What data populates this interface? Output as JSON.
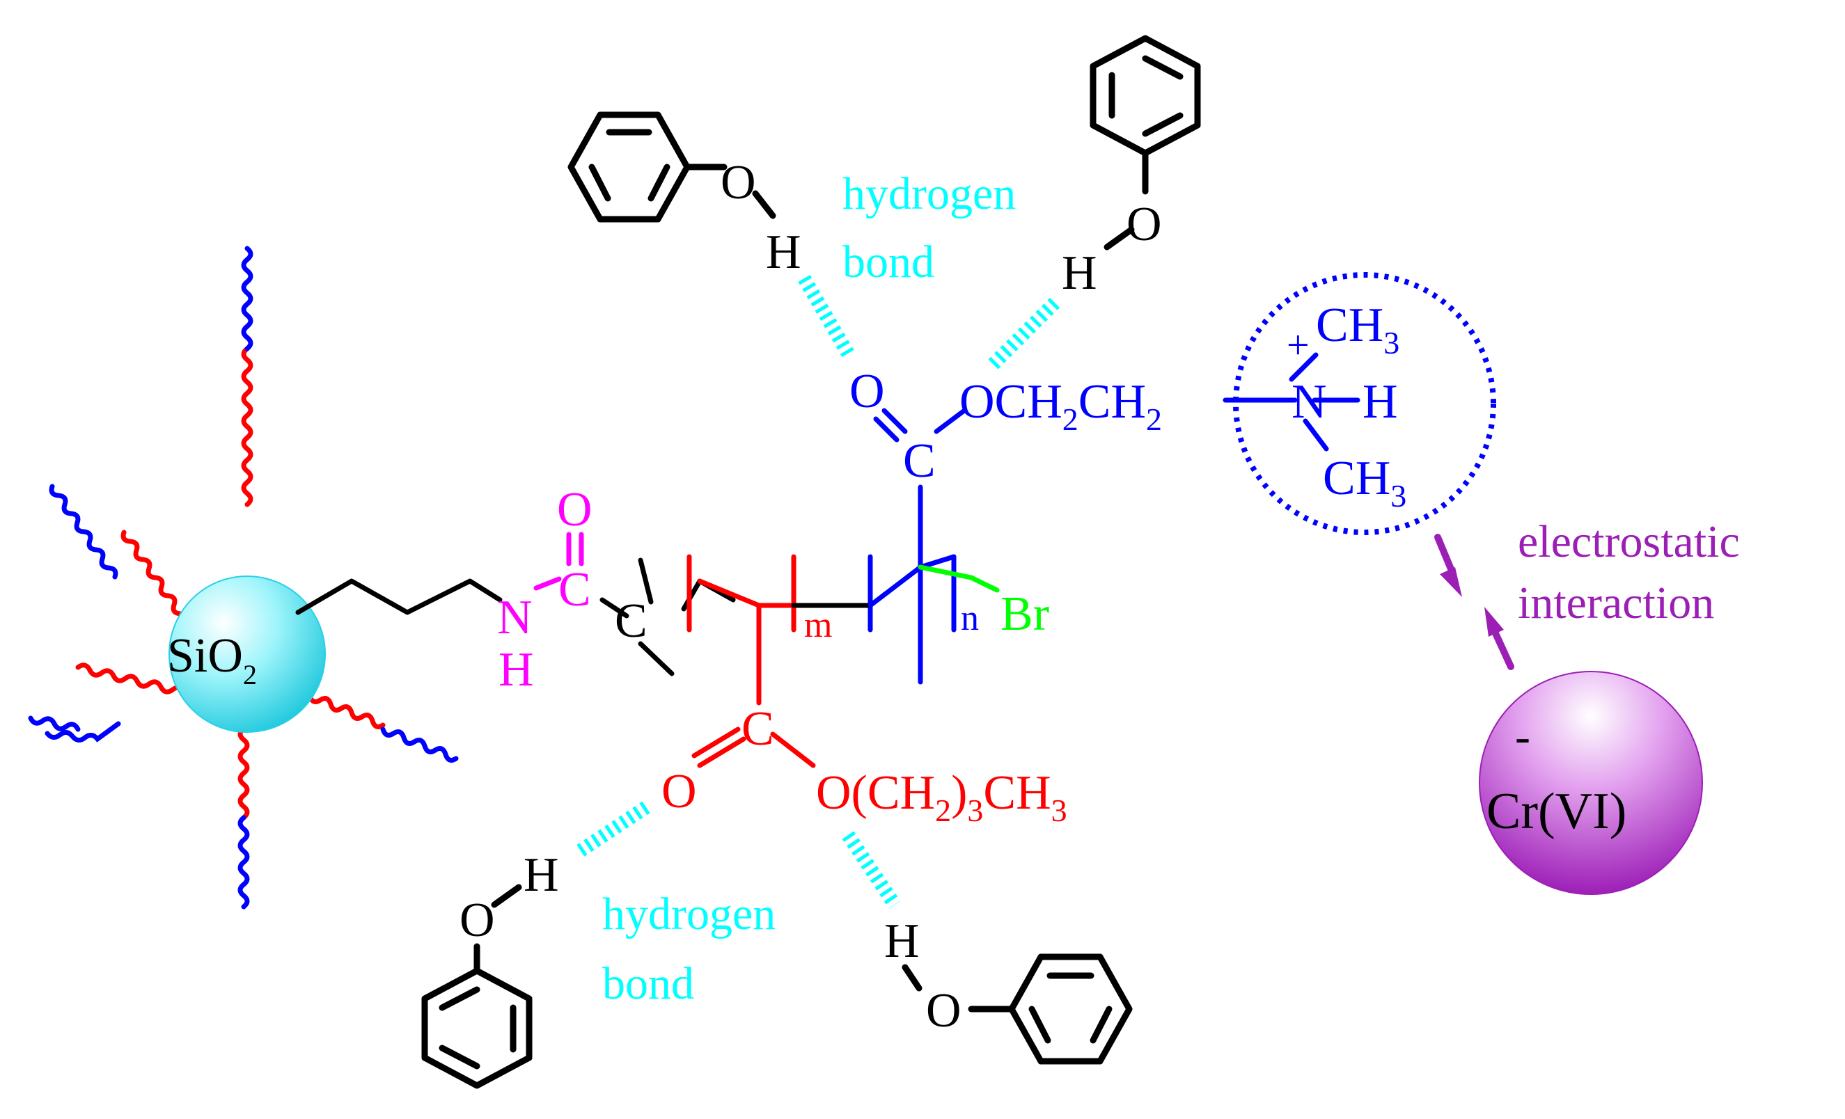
{
  "colors": {
    "black": "#000000",
    "amide": "#ff00ff",
    "butyl": "#ff0000",
    "quat": "#0000ff",
    "hbond": "#00ffff",
    "bromine": "#00ff00",
    "electrostatic": "#9b1fb5",
    "silica": "#3fe0f0",
    "chromium": "#b03ac8"
  },
  "icons": [
    "silica-sphere-icon",
    "chromium-sphere-icon",
    "benzene-ring-icon"
  ],
  "labels": {
    "silica_main": "SiO",
    "silica_sub": "2",
    "amide_n": "N",
    "amide_h": "H",
    "amide_c": "C",
    "amide_o": "O",
    "quat_c": "C",
    "m_sub": "m",
    "n_sub": "n",
    "bromine": "Br",
    "chain_o": "O",
    "chain_c": "C",
    "ester_prefix": "OCH",
    "ch2_sub_1": "2",
    "ch_mid": "CH",
    "ch2_sub_2": "2",
    "nitrogen": "N",
    "plus": "+",
    "h_on_n": "H",
    "methyl_top": "CH",
    "methyl_top_sub": "3",
    "methyl_bottom": "CH",
    "methyl_bottom_sub": "3",
    "red_carbon": "C",
    "red_carbonyl_o": "O",
    "butyl_prefix": "O(CH",
    "butyl_sub1": "2",
    "butyl_mid": ")",
    "butyl_sub2": "3",
    "butyl_ch": "CH",
    "butyl_sub3": "3",
    "phenol_o": "O",
    "phenol_h": "H",
    "hbond_top_line1": "hydrogen",
    "hbond_top_line2": "bond",
    "hbond_bottom_line1": "hydrogen",
    "hbond_bottom_line2": "bond",
    "electro_line1": "electrostatic",
    "electro_line2": "interaction",
    "cr_minus": "-",
    "cr_label": "Cr(VI)"
  }
}
